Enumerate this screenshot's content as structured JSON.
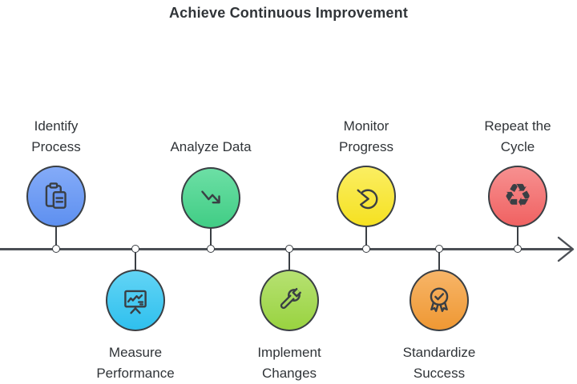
{
  "title": "Achieve Continuous Improvement",
  "timeline": {
    "style": "horizontal-arrow-left-to-right",
    "line_color": "#4b4f55",
    "node_stroke_color": "#3a3f44",
    "text_color": "#303438",
    "connector_dot": "small-open-circle"
  },
  "nodes": [
    {
      "label": "Identify Process",
      "line1": "Identify",
      "line2": "Process",
      "side": "top",
      "icon": "clipboard-icon",
      "fill_top": "#84abf8",
      "fill_bottom": "#5e90f0"
    },
    {
      "label": "Measure Performance",
      "line1": "Measure",
      "line2": "Performance",
      "side": "bottom",
      "icon": "presentation-chart-icon",
      "fill_top": "#62d4f5",
      "fill_bottom": "#2fc0ee"
    },
    {
      "label": "Analyze Data",
      "line1": "Analyze Data",
      "line2": "",
      "side": "top",
      "icon": "declining-trend-icon",
      "fill_top": "#6cdfa5",
      "fill_bottom": "#41cd85"
    },
    {
      "label": "Implement Changes",
      "line1": "Implement",
      "line2": "Changes",
      "side": "bottom",
      "icon": "wrench-icon",
      "fill_top": "#b6e172",
      "fill_bottom": "#99d340"
    },
    {
      "label": "Monitor Progress",
      "line1": "Monitor",
      "line2": "Progress",
      "side": "top",
      "icon": "pie-chart-icon",
      "fill_top": "#fbee62",
      "fill_bottom": "#f5e121"
    },
    {
      "label": "Standardize Success",
      "line1": "Standardize",
      "line2": "Success",
      "side": "bottom",
      "icon": "medal-icon",
      "fill_top": "#f7b568",
      "fill_bottom": "#ef9833"
    },
    {
      "label": "Repeat the Cycle",
      "line1": "Repeat the",
      "line2": "Cycle",
      "side": "top",
      "icon": "recycle-icon",
      "fill_top": "#f79090",
      "fill_bottom": "#f06262"
    }
  ],
  "icons": {
    "recycle_glyph": "♻"
  }
}
